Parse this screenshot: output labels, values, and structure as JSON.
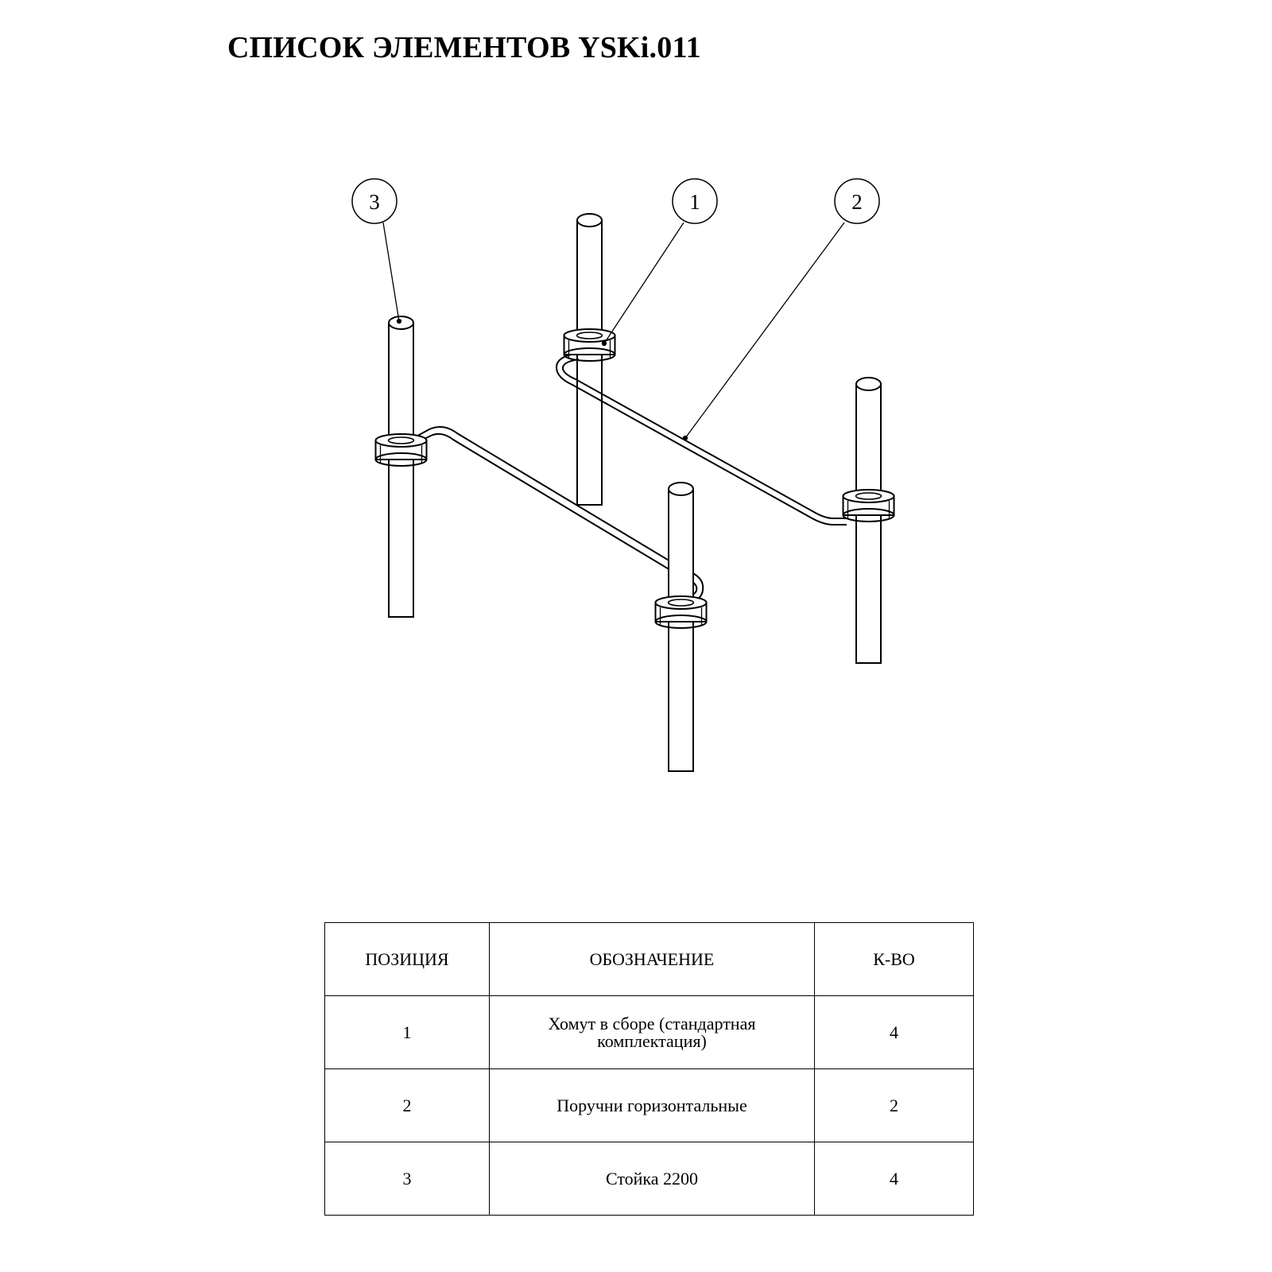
{
  "title": "СПИСОК ЭЛЕМЕНТОВ YSKi.011",
  "callouts": [
    "3",
    "1",
    "2"
  ],
  "table": {
    "headers": [
      "ПОЗИЦИЯ",
      "ОБОЗНАЧЕНИЕ",
      "К-ВО"
    ],
    "rows": [
      {
        "pos": "1",
        "name": "Хомут в сборе (стандартная комплектация)",
        "qty": "4"
      },
      {
        "pos": "2",
        "name": "Поручни горизонтальные",
        "qty": "2"
      },
      {
        "pos": "3",
        "name": "Стойка 2200",
        "qty": "4"
      }
    ]
  }
}
